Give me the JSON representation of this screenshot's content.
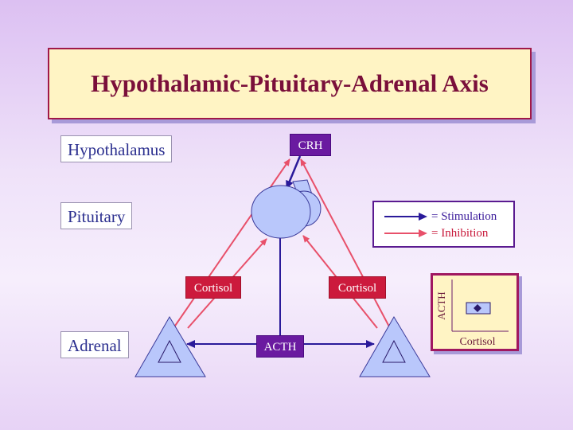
{
  "title": "Hypothalamic-Pituitary-Adrenal Axis",
  "levels": {
    "hypothalamus": "Hypothalamus",
    "pituitary": "Pituitary",
    "adrenal": "Adrenal"
  },
  "hormones": {
    "crh": "CRH",
    "acth": "ACTH",
    "cortisol_left": "Cortisol",
    "cortisol_right": "Cortisol"
  },
  "legend": {
    "stimulation": "= Stimulation",
    "inhibition": "= Inhibition"
  },
  "inset": {
    "ylabel": "ACTH",
    "xlabel": "Cortisol"
  },
  "colors": {
    "stimulation": "#2a1a9a",
    "inhibition": "#e8506a",
    "gland_fill": "#b9c7fb",
    "gland_stroke": "#3a3a9a"
  }
}
